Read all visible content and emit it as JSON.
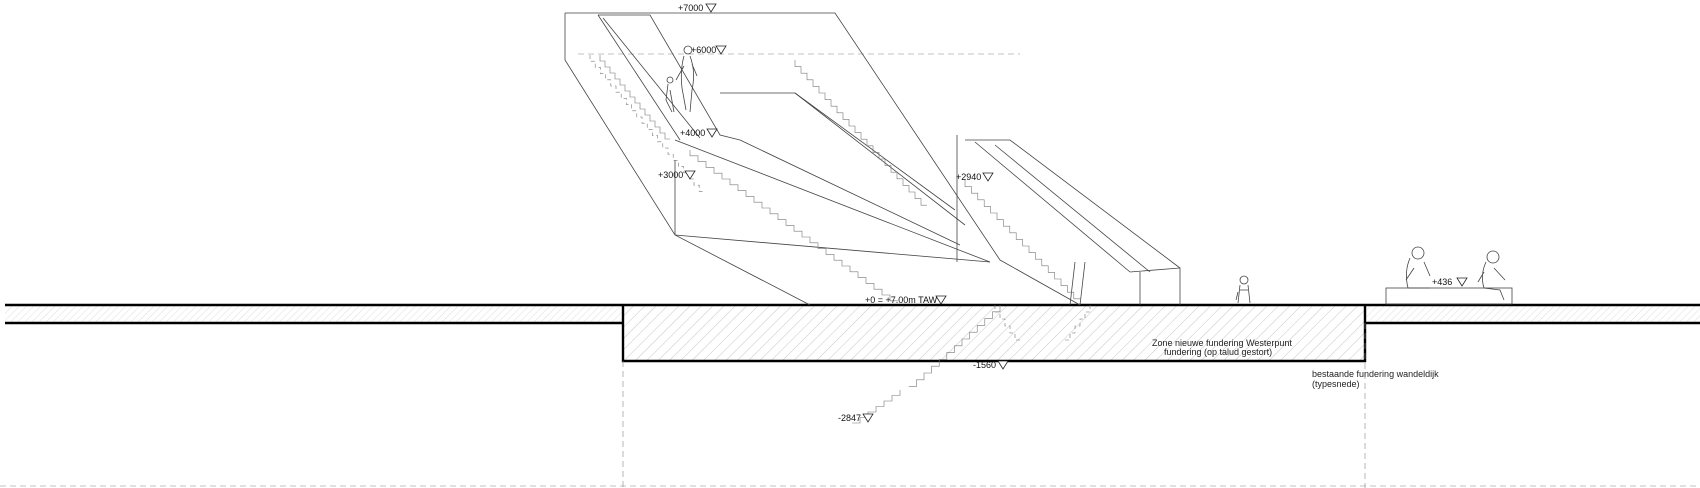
{
  "levels": {
    "l7000": "+7000",
    "l6000": "+6000",
    "l4000": "+4000",
    "l3000": "+3000",
    "l2940": "+2940",
    "l0": "+0 = +7.00m TAW",
    "l436": "+436",
    "lm1560": "-1560",
    "lm2847": "-2847"
  },
  "notes": {
    "zone_line1": "Zone nieuwe fundering Westerpunt",
    "zone_line2": "fundering (op talud gestort)",
    "existing_line1": "bestaande fundering wandeldijk",
    "existing_line2": "(typesnede)"
  },
  "colors": {
    "ink": "#000000",
    "line": "#444444",
    "hatch": "#9a9a9a"
  }
}
